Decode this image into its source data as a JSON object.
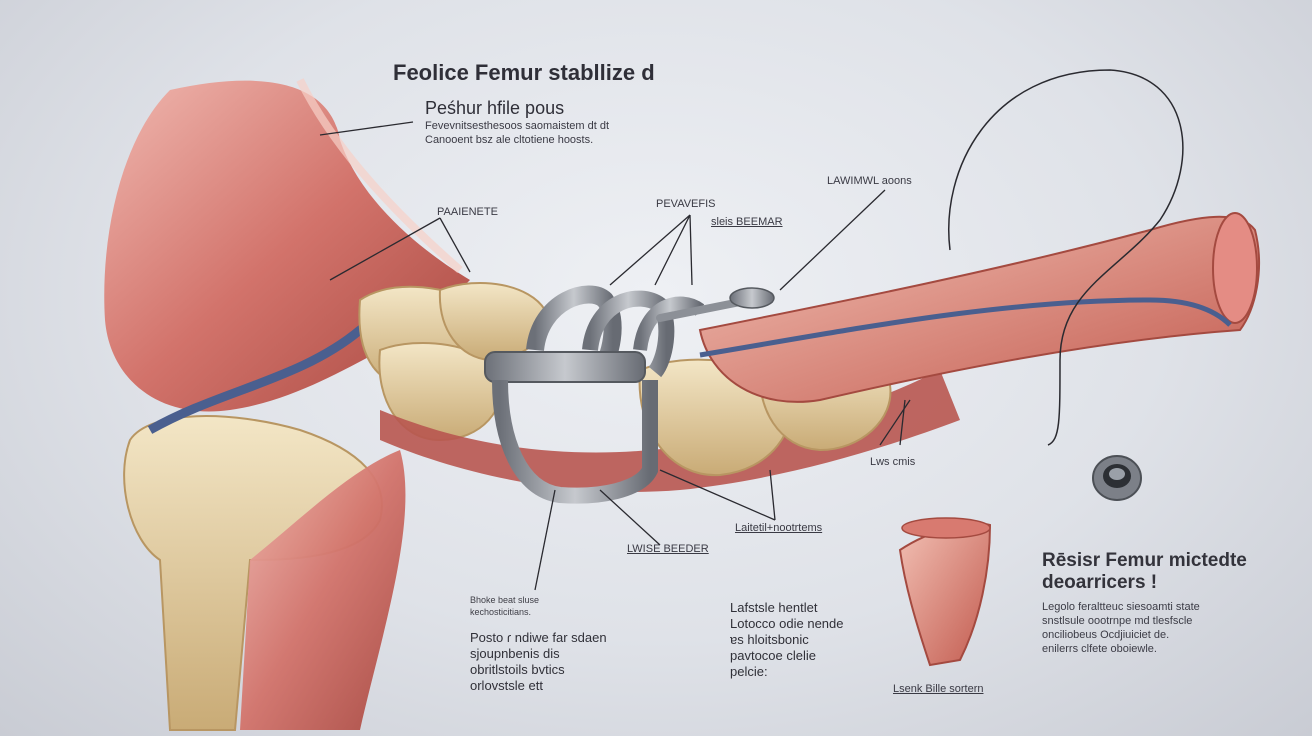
{
  "title": "Feolice Femur stabllize d",
  "subtitle": "Peśhur hfile pous",
  "intro": {
    "line1": "Fevevnitsesthesoos saomaistem dt dt",
    "line2": "Canooent bsz ale cltotiene hoosts."
  },
  "callouts": {
    "paaienete": "PAAIENETE",
    "pevavefs": "PEVAVEFIS",
    "sleis_beemar": "sleis BEEMAR",
    "lawimwl_aoons": "LAWIMWL aoons",
    "lws_cmis": "Lws cmis",
    "laiteinl": "Laitetil+nootrtems",
    "lwise_beeder": "LWISE BEEDER",
    "fihoke": "Bhoke beat sluse\nkechosticitians."
  },
  "notes": {
    "left": "Posto ɾ ndiwe far sdaen\nsjoupnbenis dis\nobritlstoils bvtics\norlovstsle ett",
    "center": "Lafstsle hentlet\nLotocco odie nende\nɐs hloitsbonic\npavtocoe clelie\npelcie:"
  },
  "right": {
    "heading": "Rēsisr Femur mictedte\ndeoarricers !",
    "body": "Legolo feraltteuc siesoamti state\nsnstlsule oootrnpe md tlesfscle\nonciliobeus Ocdjiuiciet de.\nenilerrs clfete oboiewle.",
    "caption": "Lsenk Bille sortern"
  },
  "colors": {
    "muscle": "#c9605a",
    "muscle_light": "#e8a29a",
    "bone": "#e6d2a6",
    "bone_dark": "#c4a774",
    "metal": "#8c9097",
    "nerve": "#4a5f8f",
    "background": "#e3e5ea"
  },
  "icons": [
    "ring-implant-icon",
    "bone-fragment-icon"
  ]
}
